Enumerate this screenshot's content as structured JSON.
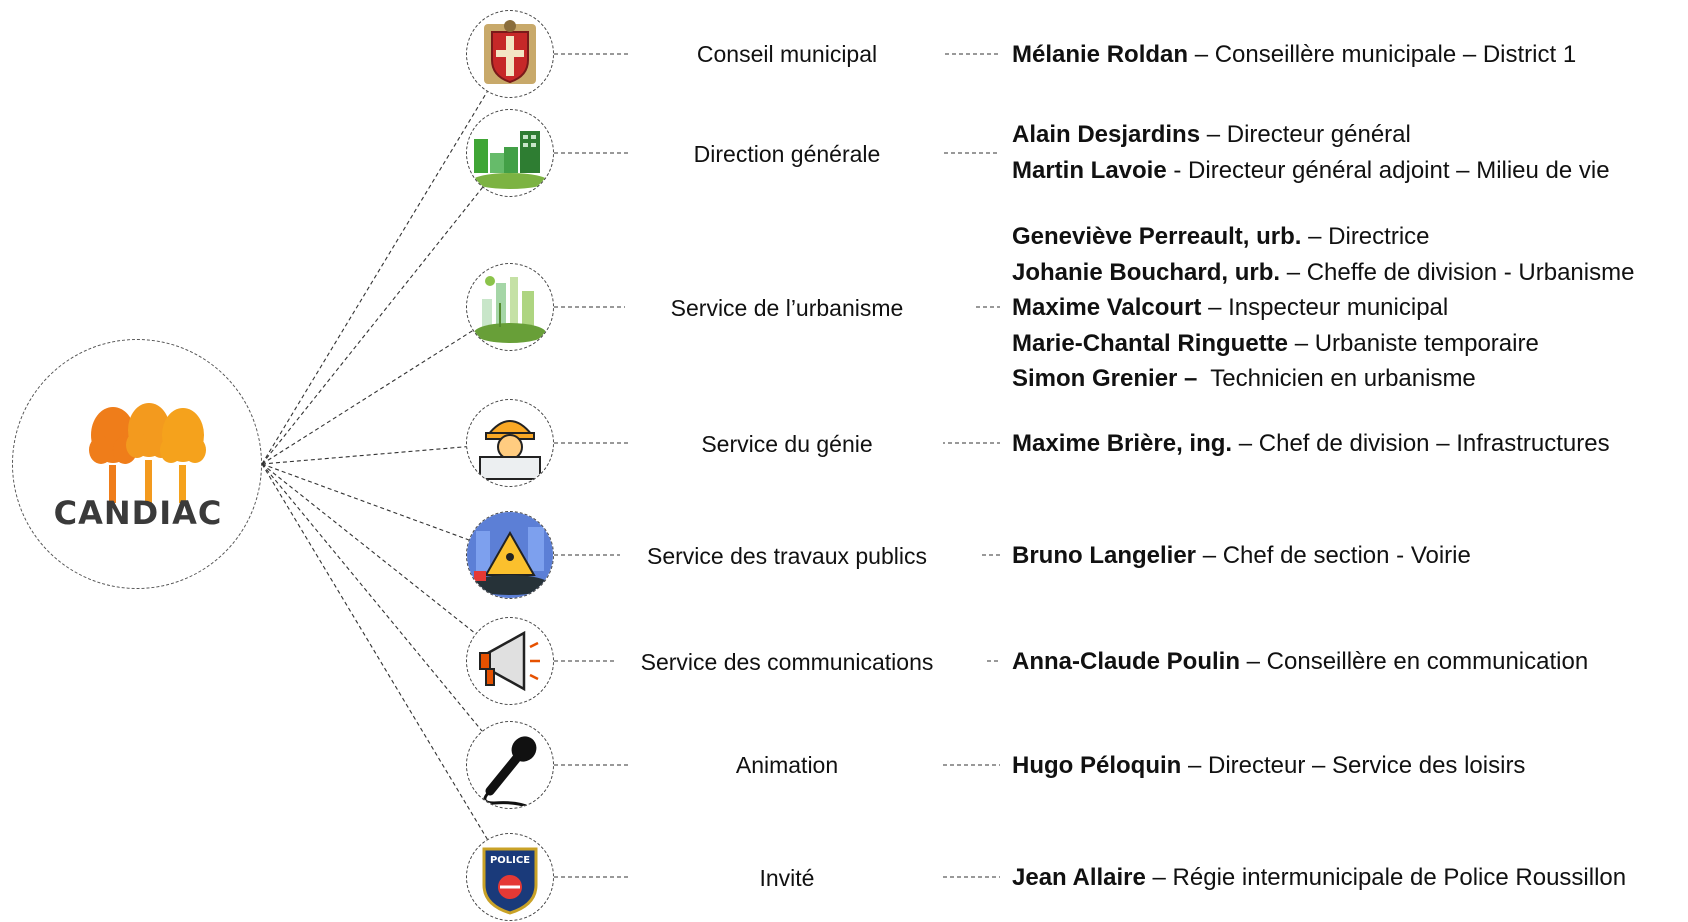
{
  "logo": {
    "text": "CANDIAC"
  },
  "departments": [
    {
      "label": "Conseil municipal",
      "icon": "coat-of-arms-icon"
    },
    {
      "label": "Direction générale",
      "icon": "green-city-icon"
    },
    {
      "label": "Service de l’urbanisme",
      "icon": "eco-city-icon"
    },
    {
      "label": "Service du génie",
      "icon": "engineer-icon"
    },
    {
      "label": "Service des travaux publics",
      "icon": "roadwork-icon"
    },
    {
      "label": "Service des communications",
      "icon": "megaphone-icon"
    },
    {
      "label": "Animation",
      "icon": "microphone-icon"
    },
    {
      "label": "Invité",
      "icon": "police-badge-icon"
    }
  ],
  "people": [
    [
      {
        "name": "Mélanie Roldan",
        "role": " – Conseillère municipale – District 1"
      }
    ],
    [
      {
        "name": "Alain Desjardins",
        "role": " – Directeur général"
      },
      {
        "name": "Martin Lavoie",
        "role": " - Directeur général adjoint – Milieu de vie"
      }
    ],
    [
      {
        "name": "Geneviève Perreault, urb.",
        "role": " – Directrice"
      },
      {
        "name": "Johanie Bouchard, urb.",
        "role": " – Cheffe de division - Urbanisme"
      },
      {
        "name": "Maxime Valcourt",
        "role": " – Inspecteur municipal"
      },
      {
        "name": "Marie-Chantal Ringuette",
        "role": " – Urbaniste temporaire"
      },
      {
        "name": "Simon Grenier –",
        "role": "  Technicien en urbanisme"
      }
    ],
    [
      {
        "name": "Maxime Brière, ing.",
        "role": " – Chef de division – Infrastructures"
      }
    ],
    [
      {
        "name": "Bruno Langelier",
        "role": " – Chef de section - Voirie"
      }
    ],
    [
      {
        "name": "Anna-Claude Poulin",
        "role": " – Conseillère en communication"
      }
    ],
    [
      {
        "name": "Hugo Péloquin",
        "role": " – Directeur – Service des loisirs"
      }
    ],
    [
      {
        "name": "Jean Allaire",
        "role": " – Régie intermunicipale de Police Roussillon"
      }
    ]
  ],
  "colors": {
    "line": "#333333",
    "logo_text": "#3a3a3a",
    "leaf1": "#ef7d1a",
    "leaf2": "#f5a21c",
    "leaf3": "#f7b52a"
  }
}
